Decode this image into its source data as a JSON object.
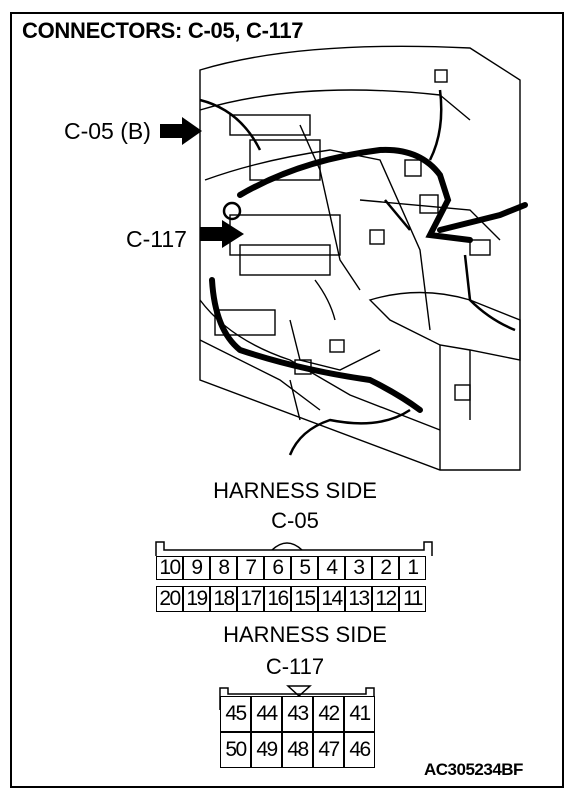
{
  "title": "CONNECTORS: C-05, C-117",
  "callouts": {
    "c05": "C-05 (B)",
    "c117": "C-117"
  },
  "connector_c05": {
    "side_label": "HARNESS SIDE",
    "name": "C-05",
    "row1": [
      "10",
      "9",
      "8",
      "7",
      "6",
      "5",
      "4",
      "3",
      "2",
      "1"
    ],
    "row2": [
      "20",
      "19",
      "18",
      "17",
      "16",
      "15",
      "14",
      "13",
      "12",
      "11"
    ]
  },
  "connector_c117": {
    "side_label": "HARNESS SIDE",
    "name": "C-117",
    "row1": [
      "45",
      "44",
      "43",
      "42",
      "41"
    ],
    "row2": [
      "50",
      "49",
      "48",
      "47",
      "46"
    ]
  },
  "figure_code": "AC305234BF"
}
